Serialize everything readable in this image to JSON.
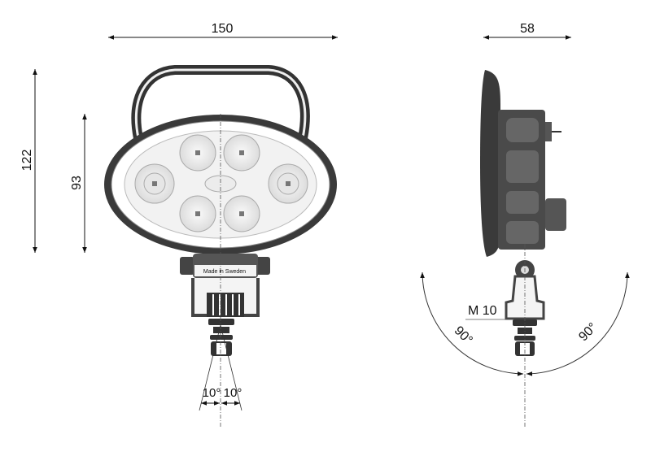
{
  "dimensions": {
    "width": "150",
    "height_total": "122",
    "height_body": "93",
    "depth": "58"
  },
  "labels": {
    "made_in": "Made in Sweden",
    "thread": "M 10",
    "angle_left": "90°",
    "angle_right": "90°",
    "tilt_left": "10°",
    "tilt_right": "10°"
  },
  "colors": {
    "line": "#222222",
    "body_dark": "#3a3a3a",
    "lens": "#f2f2f2"
  }
}
